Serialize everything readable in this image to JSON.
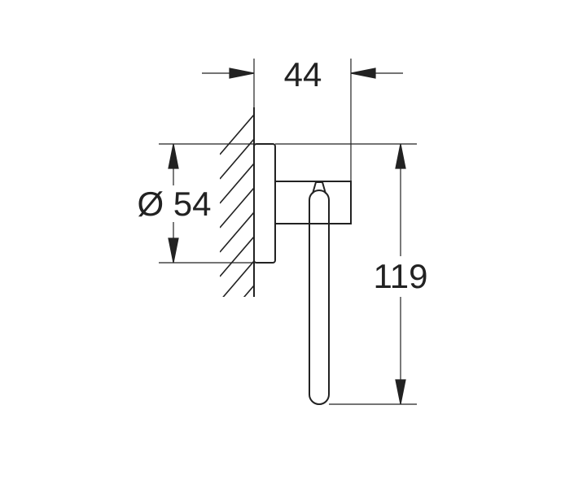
{
  "dimensions": {
    "depth": {
      "label": "44"
    },
    "diameter": {
      "label": "Ø 54"
    },
    "height": {
      "label": "119"
    }
  },
  "colors": {
    "line": "#222222",
    "background": "#ffffff"
  }
}
